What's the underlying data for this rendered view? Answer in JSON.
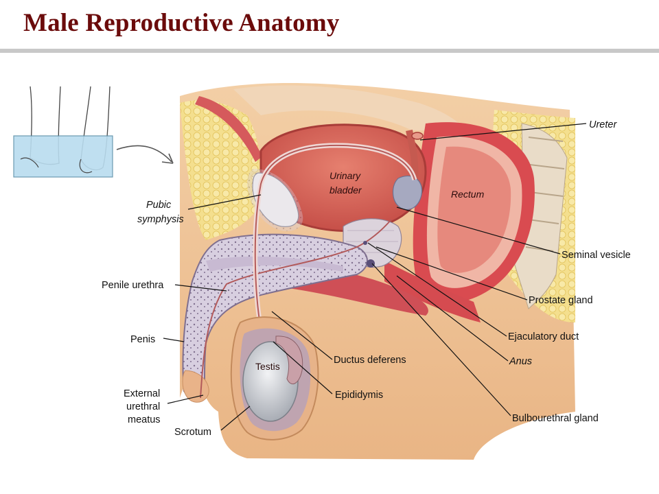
{
  "title": "Male Reproductive Anatomy",
  "labels": {
    "ureter": "Ureter",
    "urinary_bladder_1": "Urinary",
    "urinary_bladder_2": "bladder",
    "rectum": "Rectum",
    "pubic_symphysis_1": "Pubic",
    "pubic_symphysis_2": "symphysis",
    "seminal_vesicle": "Seminal vesicle",
    "penile_urethra": "Penile urethra",
    "prostate_gland": "Prostate gland",
    "penis": "Penis",
    "ejaculatory_duct": "Ejaculatory duct",
    "testis": "Testis",
    "ductus_deferens": "Ductus deferens",
    "anus": "Anus",
    "external_urethral_meatus_1": "External",
    "external_urethral_meatus_2": "urethral",
    "external_urethral_meatus_3": "meatus",
    "epididymis": "Epididymis",
    "scrotum": "Scrotum",
    "bulbourethral_gland": "Bulbourethral gland"
  },
  "colors": {
    "title": "#6b0b0b",
    "skin": "#efc79a",
    "fat": "#f3dc8a",
    "muscle": "#d9545a",
    "bladder": "#d7645a",
    "bone": "#e8e4e6",
    "testis": "#cfd2d6"
  }
}
